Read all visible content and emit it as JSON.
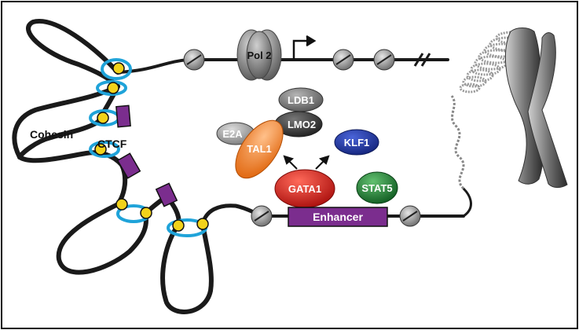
{
  "labels": {
    "pol2": "Pol 2",
    "cohesin": "Cohesin",
    "ctcf": "CTCF",
    "ldb1": "LDB1",
    "lmo2": "LMO2",
    "e2a": "E2A",
    "tal1": "TAL1",
    "klf1": "KLF1",
    "gata1": "GATA1",
    "stat5": "STAT5",
    "enhancer": "Enhancer"
  },
  "colors": {
    "chromatin": "#1a1a1a",
    "cohesin": "#1fa3d9",
    "ctcf": "#7b2d8e",
    "anchor": "#f2d21a",
    "pol2": "#8a8a8a",
    "ldb1": "#7a7a7a",
    "lmo2": "#3c3c3c",
    "e2a": "#9a9a9a",
    "tal1": "#f07a1e",
    "klf1": "#1c2f8f",
    "gata1": "#d8201c",
    "stat5": "#1f7a32",
    "enhancer": "#7b2d8e"
  }
}
